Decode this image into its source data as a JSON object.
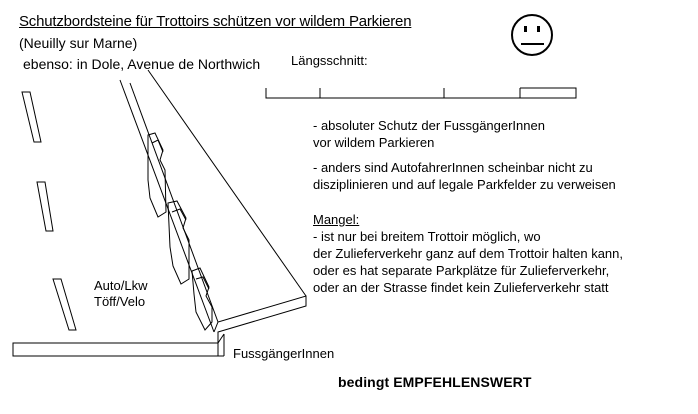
{
  "title": "Schutzbordsteine für Trottoirs schützen vor wildem Parkieren",
  "location": "(Neuilly sur Marne)",
  "also": "ebenso: in Dole, Avenue de Northwich",
  "section_label": "Längsschnitt:",
  "pros": [
    "- absoluter Schutz der FussgängerInnen",
    "vor wildem Parkieren",
    "- anders sind AutofahrerInnen scheinbar nicht zu",
    "disziplinieren und auf legale Parkfelder zu verweisen"
  ],
  "defects_heading": "Mangel:",
  "defects": [
    "- ist nur bei breitem Trottoir möglich, wo",
    "der Zulieferverkehr ganz auf dem Trottoir halten kann,",
    "oder es hat separate Parkplätze für Zulieferverkehr,",
    "oder an der Strasse findet kein Zulieferverkehr statt"
  ],
  "road_label": [
    "Auto/Lkw",
    "Töff/Velo"
  ],
  "sidewalk_label": "FussgängerInnen",
  "verdict": "bedingt EMPFEHLENSWERT",
  "rating_icon": "neutral-face-icon"
}
